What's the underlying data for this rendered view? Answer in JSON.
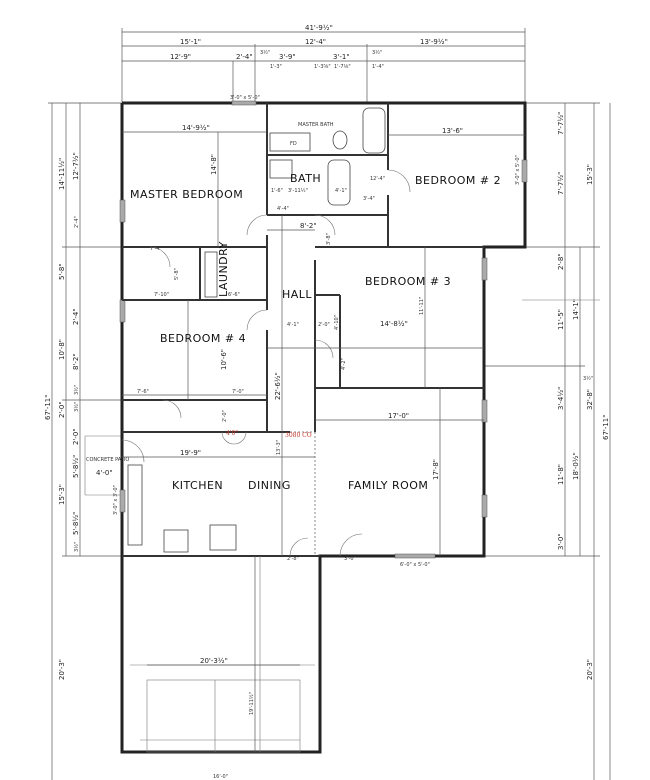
{
  "rooms": {
    "master_bedroom": "MASTER BEDROOM",
    "master_bath": "MASTER BATH",
    "bath": "BATH",
    "bedroom2": "BEDROOM # 2",
    "bedroom3": "BEDROOM # 3",
    "bedroom4": "BEDROOM # 4",
    "laundry": "LAUNDRY",
    "hall": "HALL",
    "kitchen": "KITCHEN",
    "dining": "DINING",
    "family_room": "FAMILY ROOM",
    "patio": "CONCRETE PATIO"
  },
  "top_dims": {
    "overall": "41'-9½\"",
    "left": "15'-1\"",
    "middle": "12'-4\"",
    "right": "13'-9½\"",
    "a": "12'-9\"",
    "b": "2'-4\"",
    "c": "3½\"",
    "d": "3'-9\"",
    "e": "3'-1\"",
    "f": "3½\"",
    "g": "1'-3\"",
    "h": "1'-3⅝\"",
    "i": "1'-7⅛\"",
    "j": "1'-4\""
  },
  "left_dims": {
    "overall": "67'-11\"",
    "a": "14'-11½\"",
    "b": "12'-7½\"",
    "c": "3½\"",
    "d": "2'-4\"",
    "e": "5'-8\"",
    "f": "3½\"",
    "g": "10'-8\"",
    "h": "2'-4\"",
    "i": "8'-2\"",
    "j": "3½\"",
    "k": "2'-0\"",
    "l": "3½\"",
    "m": "2'-0\"",
    "n": "15'-3\"",
    "o": "5'-8½\"",
    "p": "5'-8½\"",
    "q": "3½\"",
    "r": "20'-3\""
  },
  "right_dims": {
    "overall": "67'-11\"",
    "a": "7'-7½\"",
    "b": "7'-7½\"",
    "c": "15'-3\"",
    "d": "2'-8\"",
    "e": "11'-5\"",
    "f": "14'-1\"",
    "g": "3½\"",
    "h": "3'-4½\"",
    "i": "11'-8\"",
    "j": "18'-0½\"",
    "k": "32'-8\"",
    "l": "3'-0\"",
    "m": "20'-3\""
  },
  "interior_dims": {
    "mb_width": "14'-9½\"",
    "mb_depth": "14'-8\"",
    "b2_width": "13'-6\"",
    "b2_closet_a": "12'-4\"",
    "b2_closet_b": "3'-4\"",
    "bath_a": "1'-6\"",
    "bath_b": "3'-11½\"",
    "bath_c": "4'-1\"",
    "hall_a": "8'-2\"",
    "hall_b": "3'-8\"",
    "hall_c": "4'-4\"",
    "closet_a": "7'-4\"",
    "closet_b": "5'-8\"",
    "closet_c": "7'-10\"",
    "laundry_w": "6'-6\"",
    "b3_a": "4'-1\"",
    "b3_b": "2'-0\"",
    "b3_c": "4'-10\"",
    "b3_width": "14'-8½\"",
    "b3_depth": "11'-11\"",
    "b3_d": "4'-2\"",
    "b4_depth": "10'-6\"",
    "b4_a": "7'-6\"",
    "b4_b": "7'-0\"",
    "b4_c": "2'-0\"",
    "hall_len": "22'-6½\"",
    "kd_width": "19'-9\"",
    "kd_depth": "13'-3\"",
    "fr_width": "17'-0\"",
    "fr_depth": "17'-8\"",
    "patio_w": "4'-0\"",
    "door_a": "2'-8\"",
    "door_b": "3'-0\"",
    "garage_w": "20'-3½\"",
    "garage_d": "19'-11½\"",
    "garage_door": "16'-0\""
  },
  "windows": {
    "w1": "3'-0\" x 5'-0\"",
    "w2": "3'-0\" x 5'-0\"",
    "w3": "3'-0\" x 3'-0\"",
    "w4": "6'-0\" x 5'-0\""
  },
  "notes": {
    "opening": "3080 CO",
    "fd": "FD",
    "door_tag": "4'0\""
  }
}
